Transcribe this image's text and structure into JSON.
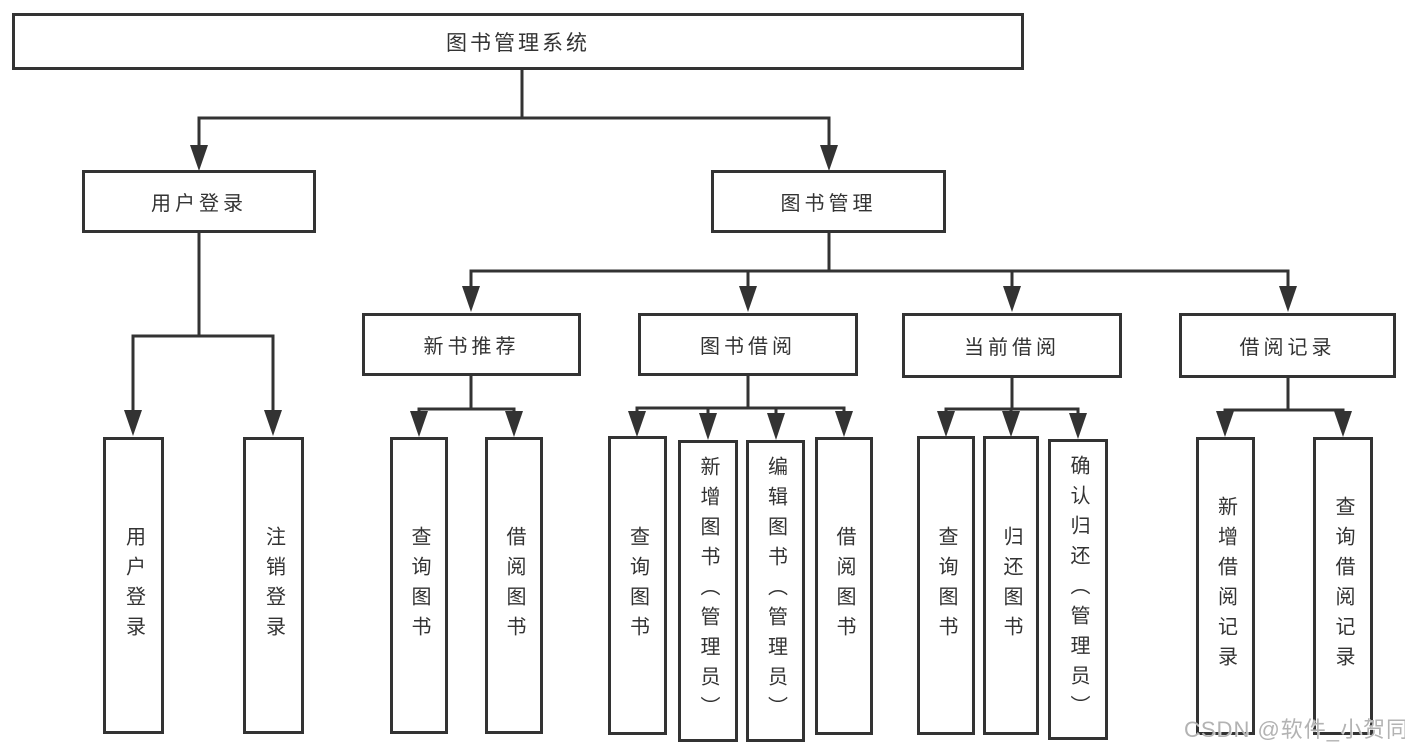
{
  "tree": {
    "root": {
      "label": "图书管理系统",
      "children": [
        {
          "label": "用户登录",
          "children": [
            {
              "label": "用户登录"
            },
            {
              "label": "注销登录"
            }
          ]
        },
        {
          "label": "图书管理",
          "children": [
            {
              "label": "新书推荐",
              "children": [
                {
                  "label": "查询图书"
                },
                {
                  "label": "借阅图书"
                }
              ]
            },
            {
              "label": "图书借阅",
              "children": [
                {
                  "label": "查询图书"
                },
                {
                  "label": "新增图书（管理员）"
                },
                {
                  "label": "编辑图书（管理员）"
                },
                {
                  "label": "借阅图书"
                }
              ]
            },
            {
              "label": "当前借阅",
              "children": [
                {
                  "label": "查询图书"
                },
                {
                  "label": "归还图书"
                },
                {
                  "label": "确认归还（管理员）"
                }
              ]
            },
            {
              "label": "借阅记录",
              "children": [
                {
                  "label": "新增借阅记录"
                },
                {
                  "label": "查询借阅记录"
                }
              ]
            }
          ]
        }
      ]
    }
  },
  "colors": {
    "line": "#333333",
    "box_border": "#333333",
    "text": "#333333",
    "watermark": "#b3b3b3",
    "background": "#ffffff"
  },
  "watermark": {
    "text": "CSDN @软件_小贺同学"
  }
}
